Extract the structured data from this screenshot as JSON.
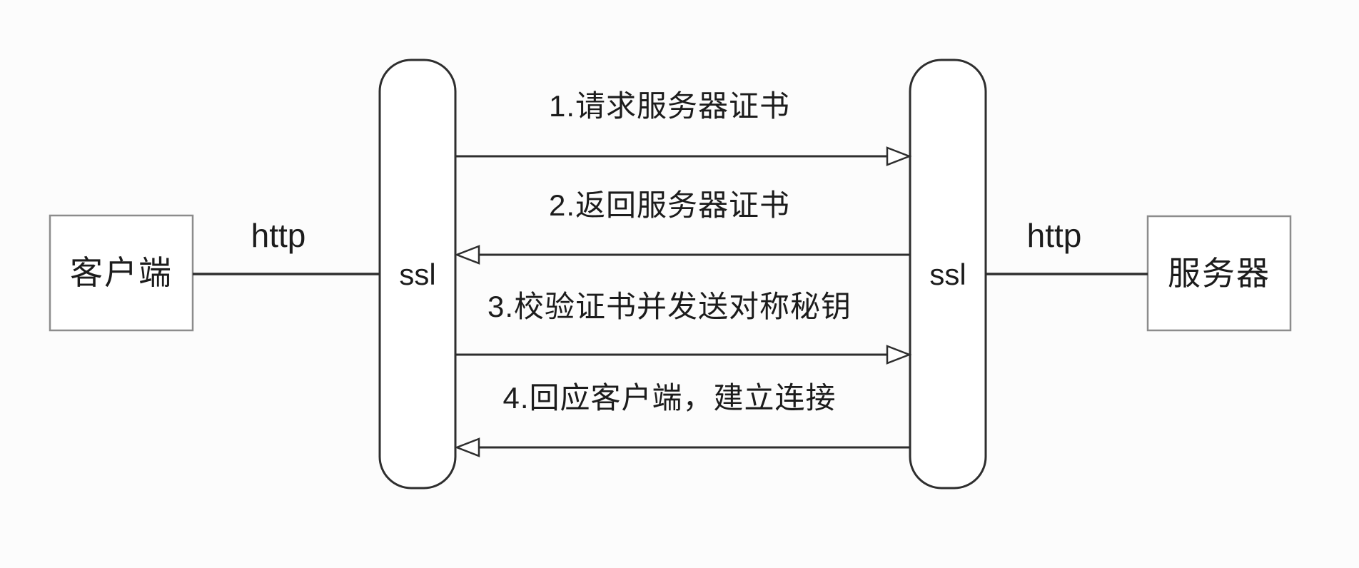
{
  "diagram": {
    "title": "ssl-http-handshake-sequence",
    "client": {
      "label": "客户端",
      "link_label": "http",
      "ssl_label": "ssl"
    },
    "server": {
      "label": "服务器",
      "link_label": "http",
      "ssl_label": "ssl"
    },
    "messages": [
      {
        "step": 1,
        "label": "1.请求服务器证书",
        "direction": "client-to-server"
      },
      {
        "step": 2,
        "label": "2.返回服务器证书",
        "direction": "server-to-client"
      },
      {
        "step": 3,
        "label": "3.校验证书并发送对称秘钥",
        "direction": "client-to-server"
      },
      {
        "step": 4,
        "label": "4.回应客户端，建立连接",
        "direction": "server-to-client"
      }
    ],
    "colors": {
      "line": "#2e2e2e",
      "box_border": "#8c8c8c",
      "text": "#1c1c1c",
      "background": "#fcfcfc"
    }
  }
}
